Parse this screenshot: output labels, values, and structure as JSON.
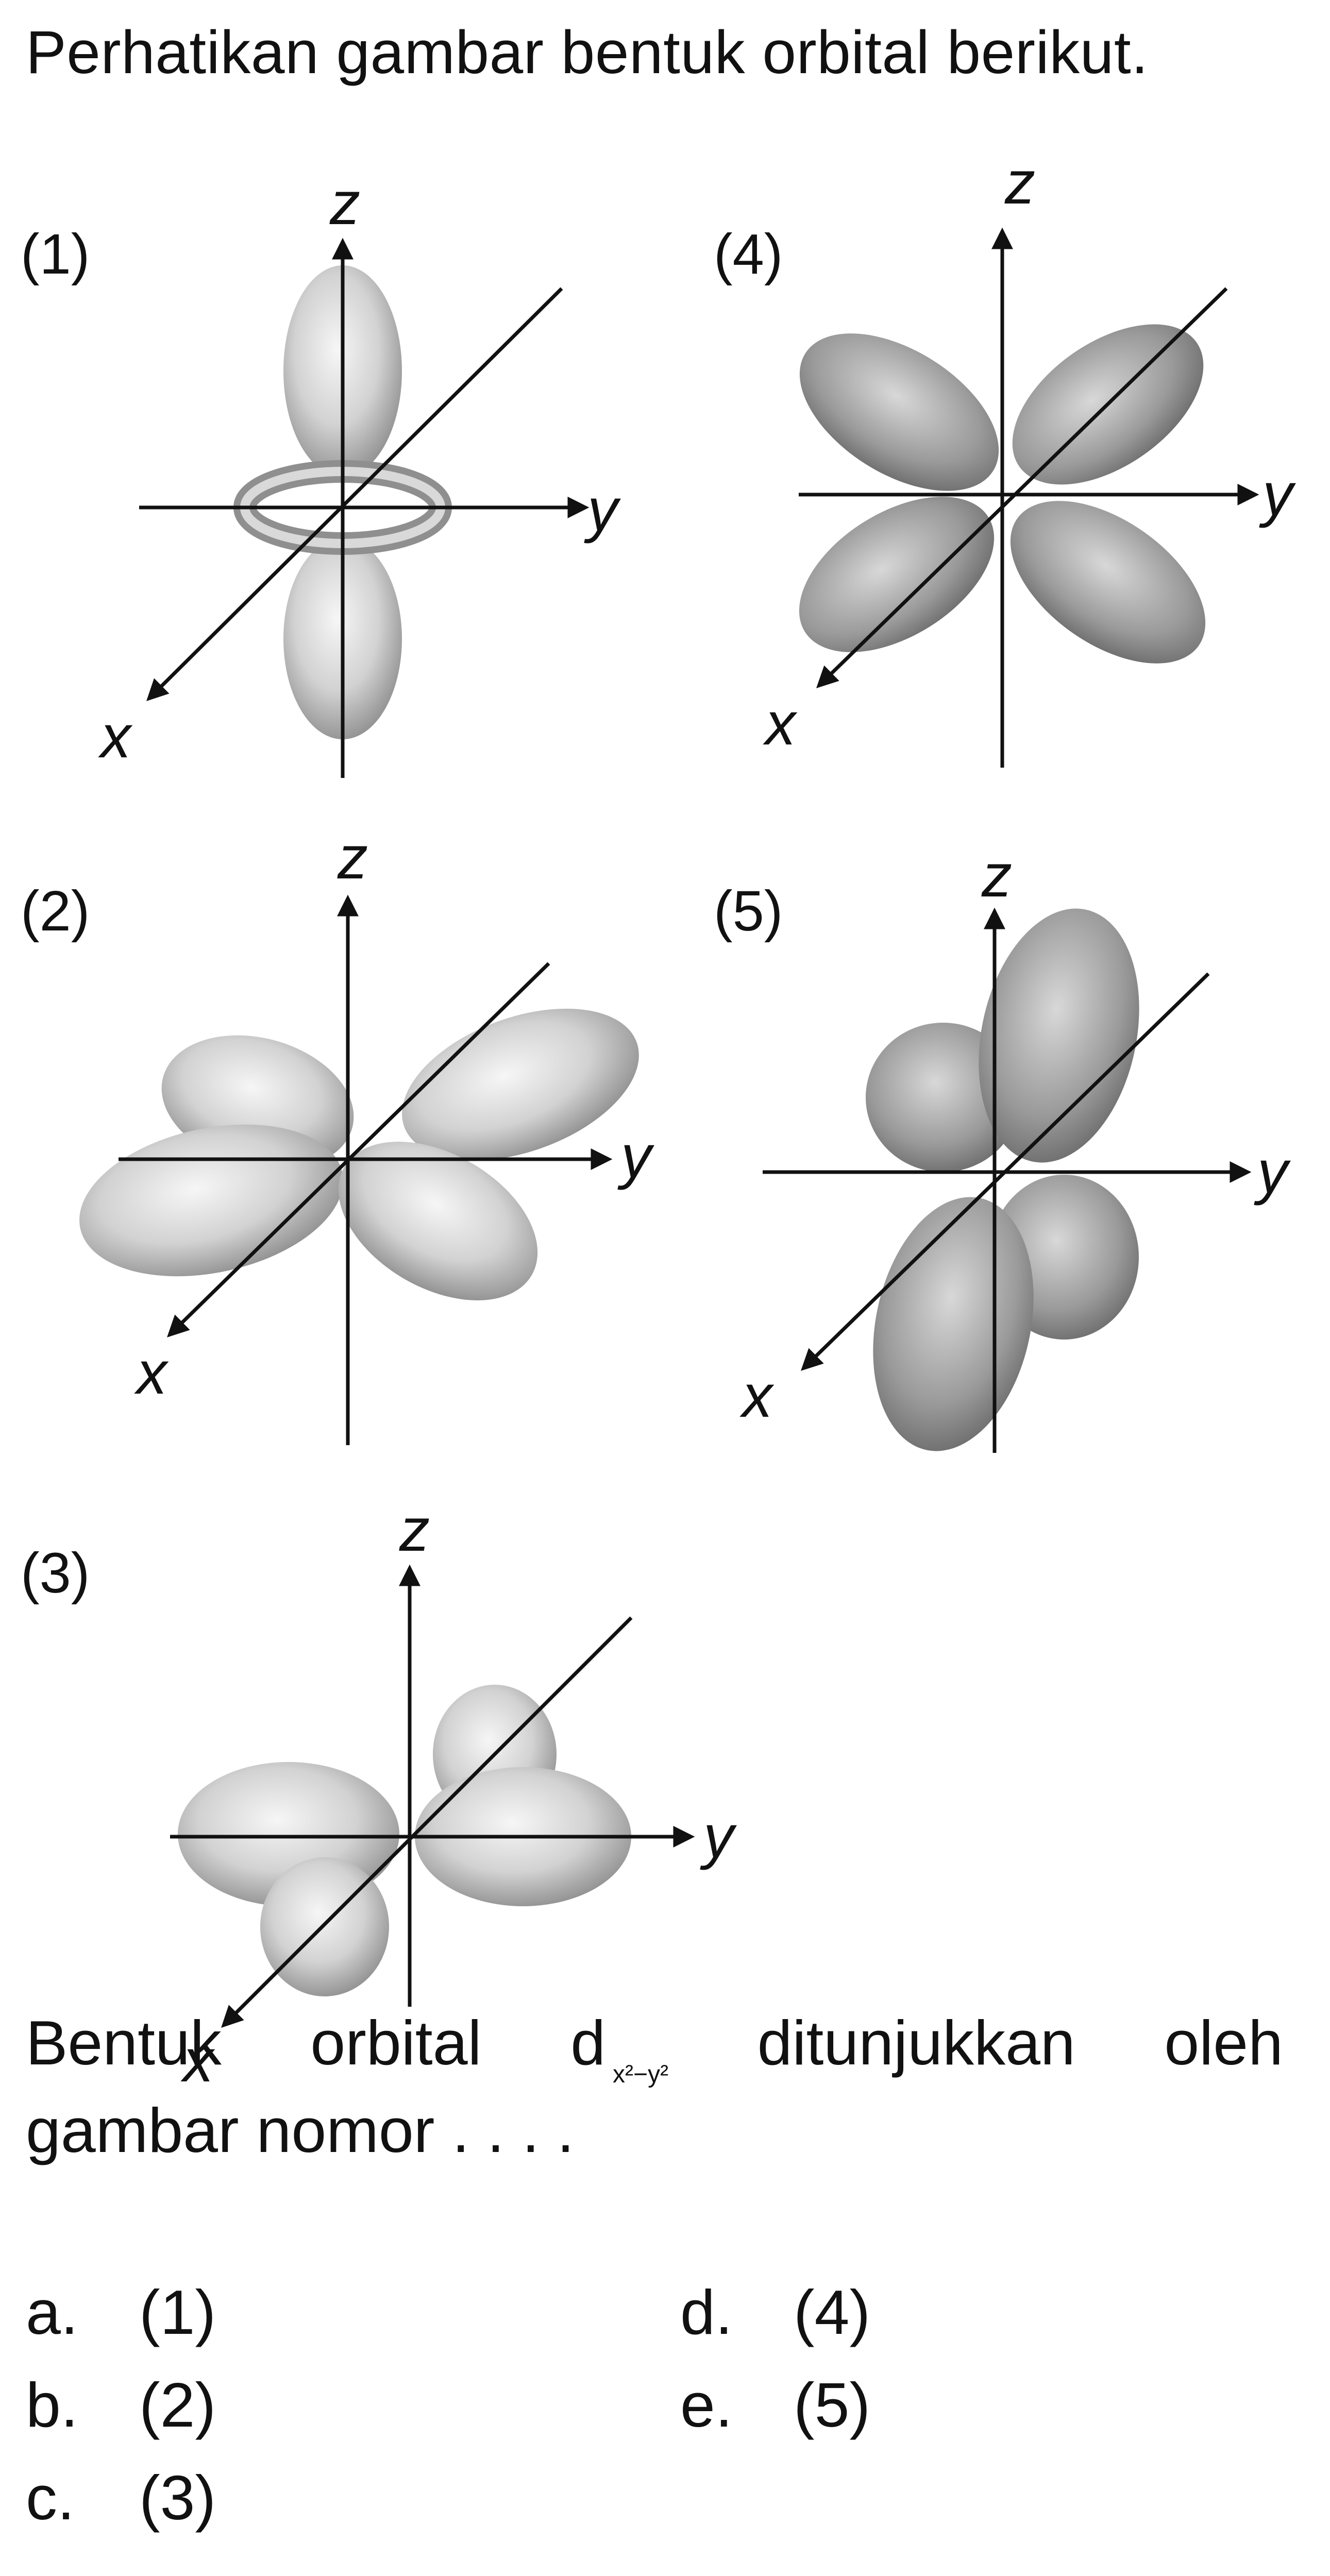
{
  "header": {
    "instruction": "Perhatikan gambar bentuk orbital berikut."
  },
  "figures": [
    {
      "label": "(1)",
      "axes": {
        "x": "x",
        "y": "y",
        "z": "z"
      }
    },
    {
      "label": "(2)",
      "axes": {
        "x": "x",
        "y": "y",
        "z": "z"
      }
    },
    {
      "label": "(3)",
      "axes": {
        "x": "x",
        "y": "y",
        "z": "z"
      }
    },
    {
      "label": "(4)",
      "axes": {
        "x": "x",
        "y": "y",
        "z": "z"
      }
    },
    {
      "label": "(5)",
      "axes": {
        "x": "x",
        "y": "y",
        "z": "z"
      }
    }
  ],
  "question": {
    "word1": "Bentuk",
    "word2": "orbital",
    "orbital_letter": "d",
    "orbital_subscript": "x²−y²",
    "word3": "ditunjukkan",
    "word4": "oleh",
    "line2": "gambar nomor . . . ."
  },
  "options": [
    {
      "letter": "a.",
      "value": "(1)"
    },
    {
      "letter": "b.",
      "value": "(2)"
    },
    {
      "letter": "c.",
      "value": "(3)"
    },
    {
      "letter": "d.",
      "value": "(4)"
    },
    {
      "letter": "e.",
      "value": "(5)"
    }
  ],
  "colors": {
    "text": "#111111",
    "lobe_light": "#f4f4f4",
    "lobe_dark": "#8c8c8c",
    "background": "#ffffff"
  }
}
